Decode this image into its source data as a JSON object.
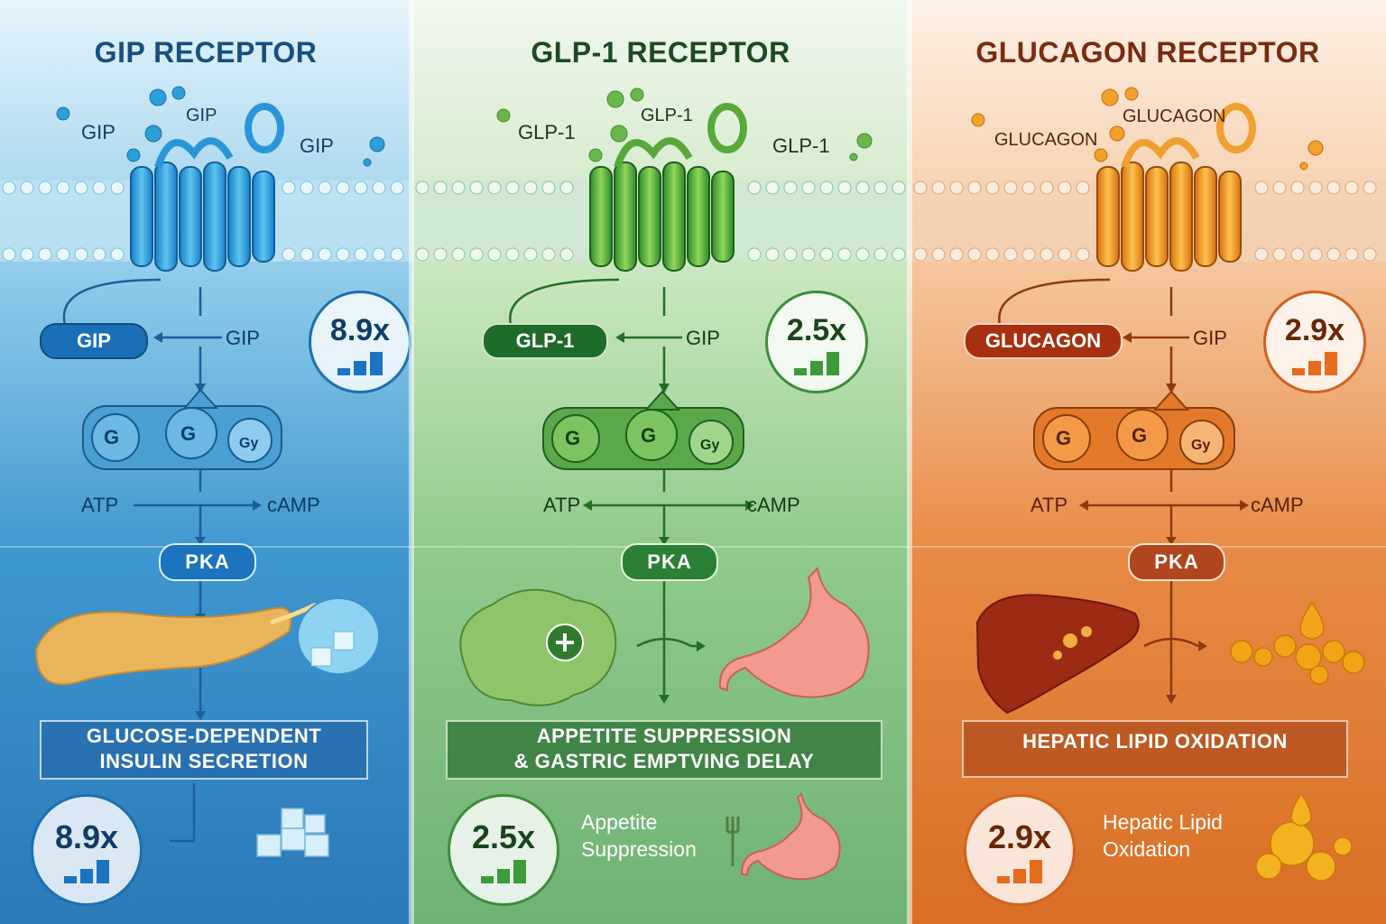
{
  "colors": {
    "gip": "#1f78c8",
    "glp1": "#2f8f3a",
    "glucagon": "#c9541a"
  },
  "panels": [
    {
      "title": "GIP RECEPTOR",
      "ligands": [
        "GIP",
        "GIP",
        "GIP"
      ],
      "pill_label": "GIP",
      "arrow_label": "GIP",
      "badge_value": "8.9x",
      "atp_label": "ATP",
      "camp_label": "cAMP",
      "pka_label": "PKA",
      "output_label_line1": "GLUCOSE-DEPENDENT",
      "output_label_line2": "INSULIN SECRETION",
      "bottom_badge_value": "8.9x",
      "caption_line1": "",
      "caption_line2": ""
    },
    {
      "title": "GLP-1 RECEPTOR",
      "ligands": [
        "GLP-1",
        "GLP-1",
        "GLP-1"
      ],
      "pill_label": "GLP-1",
      "arrow_label": "GIP",
      "badge_value": "2.5x",
      "atp_label": "ATP",
      "camp_label": "cAMP",
      "pka_label": "PKA",
      "output_label_line1": "APPETITE SUPPRESSION",
      "output_label_line2": "& GASTRIC EMPTVING DELAY",
      "bottom_badge_value": "2.5x",
      "caption_line1": "Appetite",
      "caption_line2": "Suppression"
    },
    {
      "title": "GLUCAGON RECEPTOR",
      "ligands": [
        "GLUCAGON",
        "GLUCAGON"
      ],
      "pill_label": "GLUCAGON",
      "arrow_label": "GIP",
      "badge_value": "2.9x",
      "atp_label": "ATP",
      "camp_label": "cAMP",
      "pka_label": "PKA",
      "output_label_line1": "HEPATIC LIPID OXIDATION",
      "output_label_line2": "",
      "bottom_badge_value": "2.9x",
      "caption_line1": "Hepatic Lipid",
      "caption_line2": "Oxidation"
    }
  ]
}
